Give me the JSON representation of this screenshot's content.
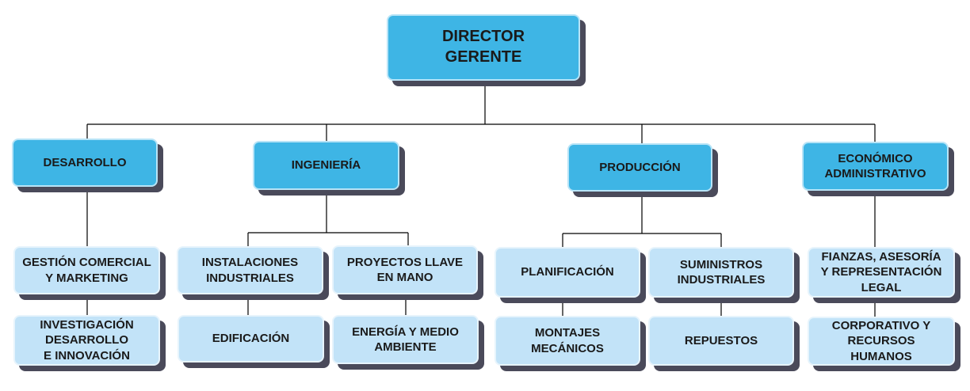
{
  "colors": {
    "header_box": "#3eb5e5",
    "sub_box": "#c2e3f8",
    "shadow": "#4a4a5a",
    "line": "#000000"
  },
  "root": {
    "label": "DIRECTOR\nGERENTE"
  },
  "departments": [
    {
      "label": "DESARROLLO"
    },
    {
      "label": "INGENIERÍA"
    },
    {
      "label": "PRODUCCIÓN"
    },
    {
      "label": "ECONÓMICO\nADMINISTRATIVO"
    }
  ],
  "units": {
    "gestion_comercial": "GESTIÓN COMERCIAL\nY MARKETING",
    "investigacion": "INVESTIGACIÓN\nDESARROLLO\nE INNOVACIÓN",
    "instalaciones": "INSTALACIONES\nINDUSTRIALES",
    "proyectos": "PROYECTOS LLAVE\nEN MANO",
    "edificacion": "EDIFICACIÓN",
    "energia": "ENERGÍA Y MEDIO\nAMBIENTE",
    "planificacion": "PLANIFICACIÓN",
    "suministros": "SUMINISTROS\nINDUSTRIALES",
    "montajes": "MONTAJES\nMECÁNICOS",
    "repuestos": "REPUESTOS",
    "fianzas": "FIANZAS, ASESORÍA\nY REPRESENTACIÓN\nLEGAL",
    "corporativo": "CORPORATIVO Y\nRECURSOS\nHUMANOS"
  }
}
